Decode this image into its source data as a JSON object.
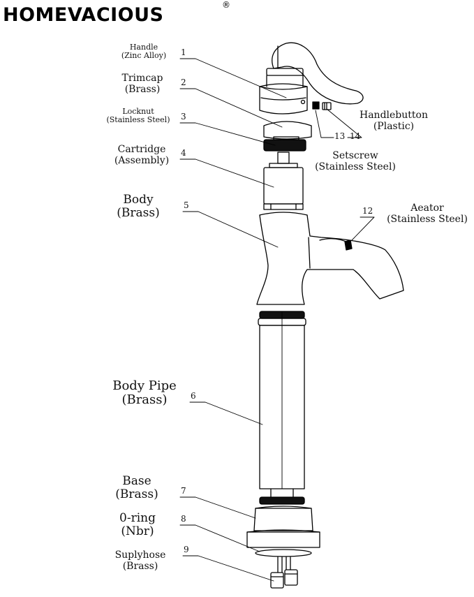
{
  "brand": {
    "name": "HOMEVACIOUS",
    "registered_mark": "®"
  },
  "parts": [
    {
      "number": "1",
      "name": "Handle",
      "material": "(Zinc Alloy)"
    },
    {
      "number": "2",
      "name": "Trimcap",
      "material": "(Brass)"
    },
    {
      "number": "3",
      "name": "Locknut",
      "material": "(Stainless Steel)"
    },
    {
      "number": "4",
      "name": "Cartridge",
      "material": "(Assembly)"
    },
    {
      "number": "5",
      "name": "Body",
      "material": "(Brass)"
    },
    {
      "number": "6",
      "name": "Body Pipe",
      "material": "(Brass)"
    },
    {
      "number": "7",
      "name": "Base",
      "material": "(Brass)"
    },
    {
      "number": "8",
      "name": "0-ring",
      "material": "(Nbr)"
    },
    {
      "number": "9",
      "name": "Suplyhose",
      "material": "(Brass)"
    },
    {
      "number": "12",
      "name": "Aeator",
      "material": "(Stainless Steel)"
    },
    {
      "number": "13",
      "name": "Setscrew",
      "material": "(Stainless Steel)"
    },
    {
      "number": "14",
      "name": "Handlebutton",
      "material": "(Plastic)"
    }
  ]
}
